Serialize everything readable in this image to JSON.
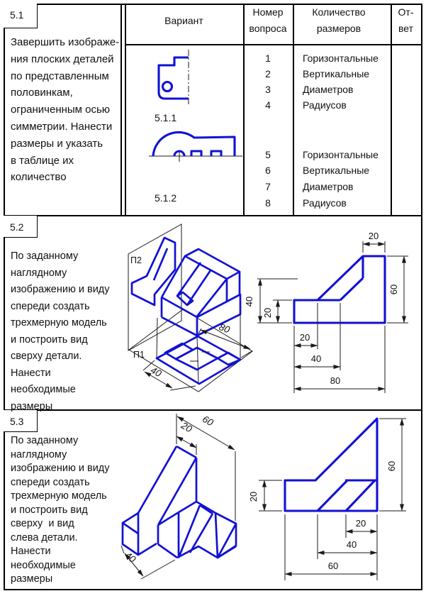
{
  "page": {
    "background": "#ffffff",
    "accent_blue": "#1111d4",
    "line_color": "#000000"
  },
  "section1": {
    "id": "5.1",
    "task_lines": [
      "Завершить изображе-",
      "ния плоских деталей",
      "по представленным",
      "половинкам,",
      "ограниченным осью",
      "симметрии. Нанести",
      "размеры и указать",
      "в таблице их",
      "количество"
    ],
    "table": {
      "col_variant": "Вариант",
      "col_question_l1": "Номер",
      "col_question_l2": "вопроса",
      "col_count_l1": "Количество",
      "col_count_l2": "размеров",
      "col_answer_l1": "От-",
      "col_answer_l2": "вет",
      "rows": [
        {
          "num": "1",
          "label": "Горизонтальные"
        },
        {
          "num": "2",
          "label": "Вертикальные"
        },
        {
          "num": "3",
          "label": "Диаметров"
        },
        {
          "num": "4",
          "label": "Радиусов"
        },
        {
          "num": "5",
          "label": "Горизонтальные"
        },
        {
          "num": "6",
          "label": "Вертикальные"
        },
        {
          "num": "7",
          "label": "Диаметров"
        },
        {
          "num": "8",
          "label": "Радиусов"
        }
      ]
    },
    "figures": {
      "fig1": "5.1.1",
      "fig2": "5.1.2"
    }
  },
  "section2": {
    "id": "5.2",
    "task_lines": [
      "По заданному",
      "наглядному",
      "изображению и виду",
      "спереди создать",
      "трехмерную модель",
      "и построить вид",
      "сверху детали.",
      "Нанести",
      "необходимые",
      "размеры"
    ],
    "iso": {
      "plane_front": "П2",
      "plane_top": "П1",
      "dim_width": "80",
      "dim_depth": "40"
    },
    "front": {
      "dim_top": "20",
      "dim_right": "60",
      "dim_left_outer": "40",
      "dim_left_inner": "20",
      "dim_bottom_1": "20",
      "dim_bottom_2": "40",
      "dim_bottom_3": "80"
    }
  },
  "section3": {
    "id": "5.3",
    "task_lines": [
      "По заданному",
      "наглядному",
      "изображению и виду",
      "спереди создать",
      "трехмерную модель",
      "и построить вид",
      "сверху  и вид",
      "слева детали.",
      "Нанести",
      "необходимые",
      "размеры"
    ],
    "iso": {
      "dim_top": "20",
      "dim_slope": "60",
      "dim_bottom": "40"
    },
    "front": {
      "dim_right": "60",
      "dim_left": "20",
      "dim_bottom_1": "20",
      "dim_bottom_2": "40",
      "dim_bottom_3": "60"
    }
  }
}
